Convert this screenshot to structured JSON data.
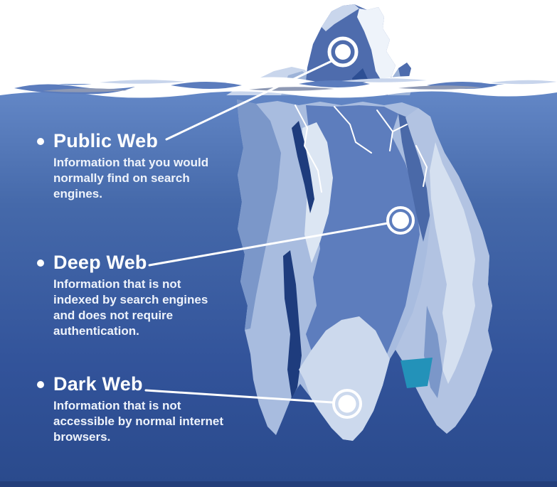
{
  "diagram": {
    "name": "iceberg-web-layers-infographic",
    "sections": [
      {
        "id": "public-web",
        "label": "Public Web",
        "description": "Information that you would normally find on search engines."
      },
      {
        "id": "deep-web",
        "label": "Deep Web",
        "description": "Information that is not indexed by search engines and does not require authentication."
      },
      {
        "id": "dark-web",
        "label": "Dark Web",
        "description": "Information that is not accessible by normal internet browsers."
      }
    ],
    "icons": [
      "hotspot-ring-icon-public",
      "hotspot-ring-icon-deep",
      "hotspot-ring-icon-dark"
    ],
    "colors": {
      "background_above_water": "#ffffff",
      "water_top": "#6589c8",
      "water_bottom": "#2a4a8c",
      "water_bottom_strip": "#233e7a",
      "iceberg_tip": "#4e6cad",
      "iceberg_light": "#a8bcdf",
      "iceberg_pale": "#ccd9ed",
      "iceberg_highlight": "#e9eef7",
      "iceberg_mid": "#5d7dbd",
      "iceberg_dark_accent": "#1e3c7d",
      "teal_accent": "#2392b9",
      "text": "#ffffff"
    }
  }
}
